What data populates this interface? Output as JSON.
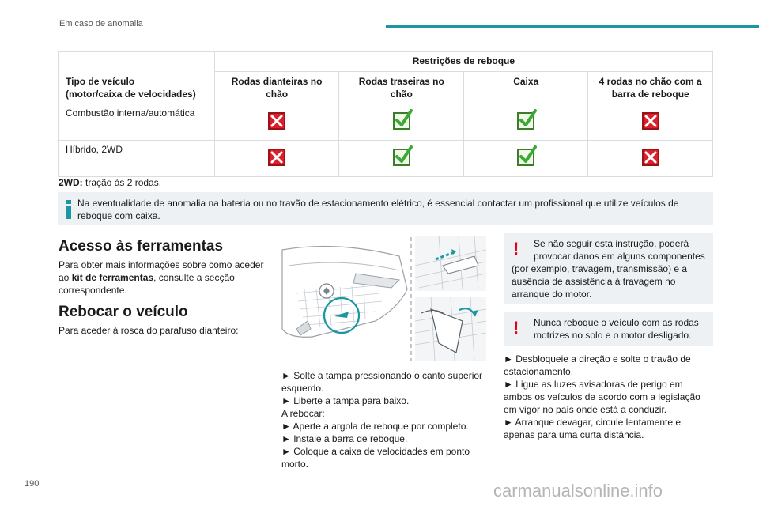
{
  "header": {
    "section": "Em caso de anomalia"
  },
  "table": {
    "group_header": "Restrições de reboque",
    "columns": [
      "Tipo de veículo\n(motor/caixa de velocidades)",
      "Rodas dianteiras no chão",
      "Rodas traseiras no chão",
      "Caixa",
      "4 rodas no chão com a barra de reboque"
    ],
    "rows": [
      {
        "label": "Combustão interna/automática",
        "values": [
          "no",
          "ok",
          "ok",
          "no"
        ]
      },
      {
        "label": "Híbrido, 2WD",
        "values": [
          "no",
          "ok",
          "ok",
          "no"
        ]
      }
    ]
  },
  "note_2wd": {
    "term": "2WD:",
    "text": " tração às 2 rodas."
  },
  "info": {
    "text": "Na eventualidade de anomalia na bateria ou no travão de estacionamento elétrico, é essencial contactar um profissional que utilize veículos de reboque com caixa."
  },
  "tools": {
    "heading": "Acesso às ferramentas",
    "text_before": "Para obter mais informações sobre como aceder ao ",
    "bold": "kit de ferramentas",
    "text_after": ", consulte a secção correspondente."
  },
  "tow": {
    "heading": "Rebocar o veículo",
    "intro": "Para aceder à rosca do parafuso dianteiro:"
  },
  "steps_middle": [
    "► Solte a tampa pressionando o canto superior esquerdo.",
    "► Liberte a tampa para baixo.",
    "A rebocar:",
    "► Aperte a argola de reboque por completo.",
    "► Instale a barra de reboque.",
    "► Coloque a caixa de velocidades em ponto morto."
  ],
  "warning1": {
    "icon": "!",
    "line1": "Se não seguir esta instrução, poderá provocar danos em alguns componentes",
    "line2": "(por exemplo, travagem, transmissão) e a ausência de assistência à travagem no arranque do motor."
  },
  "warning2": {
    "icon": "!",
    "text": "Nunca reboque o veículo com as rodas motrizes no solo e o motor desligado."
  },
  "steps_right": [
    "► Desbloqueie a direção e solte o travão de estacionamento.",
    "► Ligue as luzes avisadoras de perigo em ambos os veículos de acordo com a legislação em vigor no país onde está a conduzir.",
    "► Arranque devagar, circule lentamente e apenas para uma curta distância."
  ],
  "footer": {
    "page": "190",
    "watermark": "carmanualsonline.info"
  },
  "colors": {
    "accent": "#1b97a3",
    "warning": "#e2001a",
    "forbidden": "#d9202b",
    "allowed": "#3aa935",
    "panel": "#eef1f3"
  },
  "icons": {
    "forbidden": "cross-box-icon",
    "allowed": "check-box-icon",
    "info": "info-icon",
    "warning": "exclamation-icon"
  }
}
